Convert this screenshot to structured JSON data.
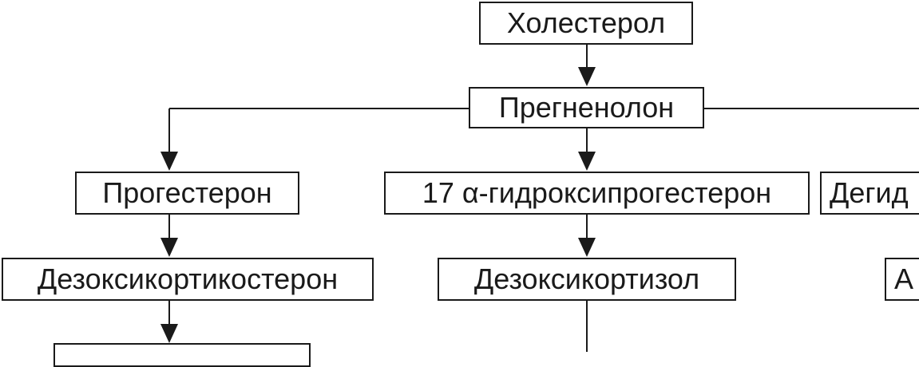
{
  "diagram": {
    "nodes": {
      "cholesterol": "Холестерол",
      "pregnenolone": "Прегненолон",
      "progesterone": "Прогестерон",
      "hydroxyprogesterone": "17 α-гидроксипрогестерон",
      "dehydro_partial": "Дегид",
      "deoxycorticosterone": "Дезоксикортикостерон",
      "deoxycortisol": "Дезоксикортизол",
      "a_partial": "А",
      "bottom_partial": ""
    },
    "colors": {
      "stroke": "#1a1a1a",
      "background": "#ffffff"
    }
  }
}
